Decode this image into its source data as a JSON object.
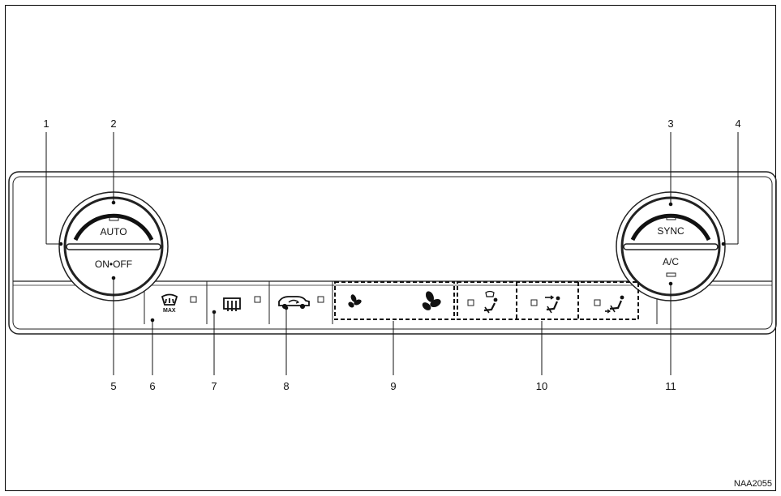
{
  "knobs": {
    "left": {
      "upper_label": "AUTO",
      "lower_label": "ON•OFF"
    },
    "right": {
      "upper_label": "SYNC",
      "lower_label": "A/C"
    }
  },
  "buttons": {
    "front_defrost_max_label": "MAX"
  },
  "callouts": [
    "1",
    "2",
    "3",
    "4",
    "5",
    "6",
    "7",
    "8",
    "9",
    "10",
    "11"
  ],
  "figure_code": "NAA2055",
  "icons": [
    "front-defroster-icon",
    "rear-defroster-icon",
    "air-recirculation-icon",
    "fan-low-icon",
    "fan-high-icon",
    "defrost-foot-mode-icon",
    "face-mode-icon",
    "foot-mode-icon"
  ]
}
